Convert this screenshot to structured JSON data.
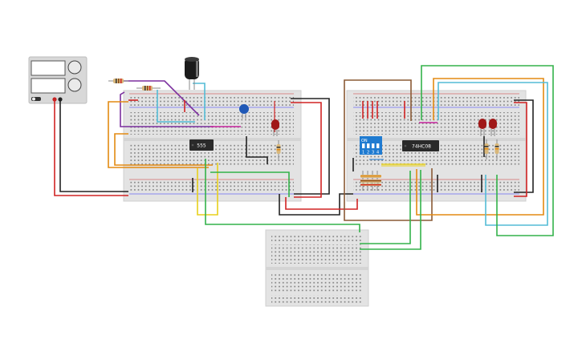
{
  "ic_555": {
    "label": "555"
  },
  "ic_74hc08": {
    "label": "74HC08"
  },
  "dip_switch": {
    "on_label": "ON",
    "pin_labels": [
      "1",
      "2",
      "3",
      "4"
    ]
  },
  "colors": {
    "breadboard": "#e6e6e6",
    "chip": "#2a2a2a",
    "dip": "#1f7bd1",
    "led": "#a01818",
    "wire_red": "#d12323",
    "wire_black": "#222222",
    "wire_green": "#33b24a",
    "wire_orange": "#e38a12",
    "wire_purple": "#7b2f9e",
    "wire_cyan": "#53bcd6",
    "wire_brown": "#8a5a35",
    "wire_yellow": "#e8d11c",
    "wire_magenta": "#c6239c"
  }
}
